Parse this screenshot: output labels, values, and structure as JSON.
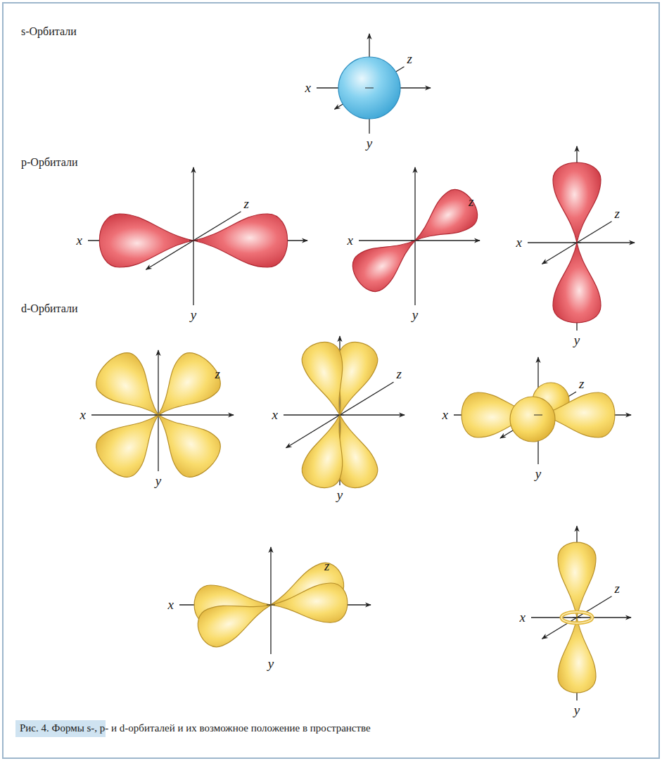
{
  "diagram": {
    "caption": "Рис. 4. Формы s-, p- и d-орбиталей и их возможное положение в пространстве",
    "labels": [
      "s-Орбитали",
      "x",
      "z",
      "y",
      "p-Орбитали",
      "x",
      "z",
      "y",
      "x",
      "z",
      "y",
      "x",
      "z",
      "y",
      "d-Орбитали",
      "x",
      "z",
      "y",
      "x",
      "z",
      "y",
      "x",
      "z",
      "y",
      "x",
      "z",
      "y",
      "x",
      "z",
      "y"
    ]
  }
}
